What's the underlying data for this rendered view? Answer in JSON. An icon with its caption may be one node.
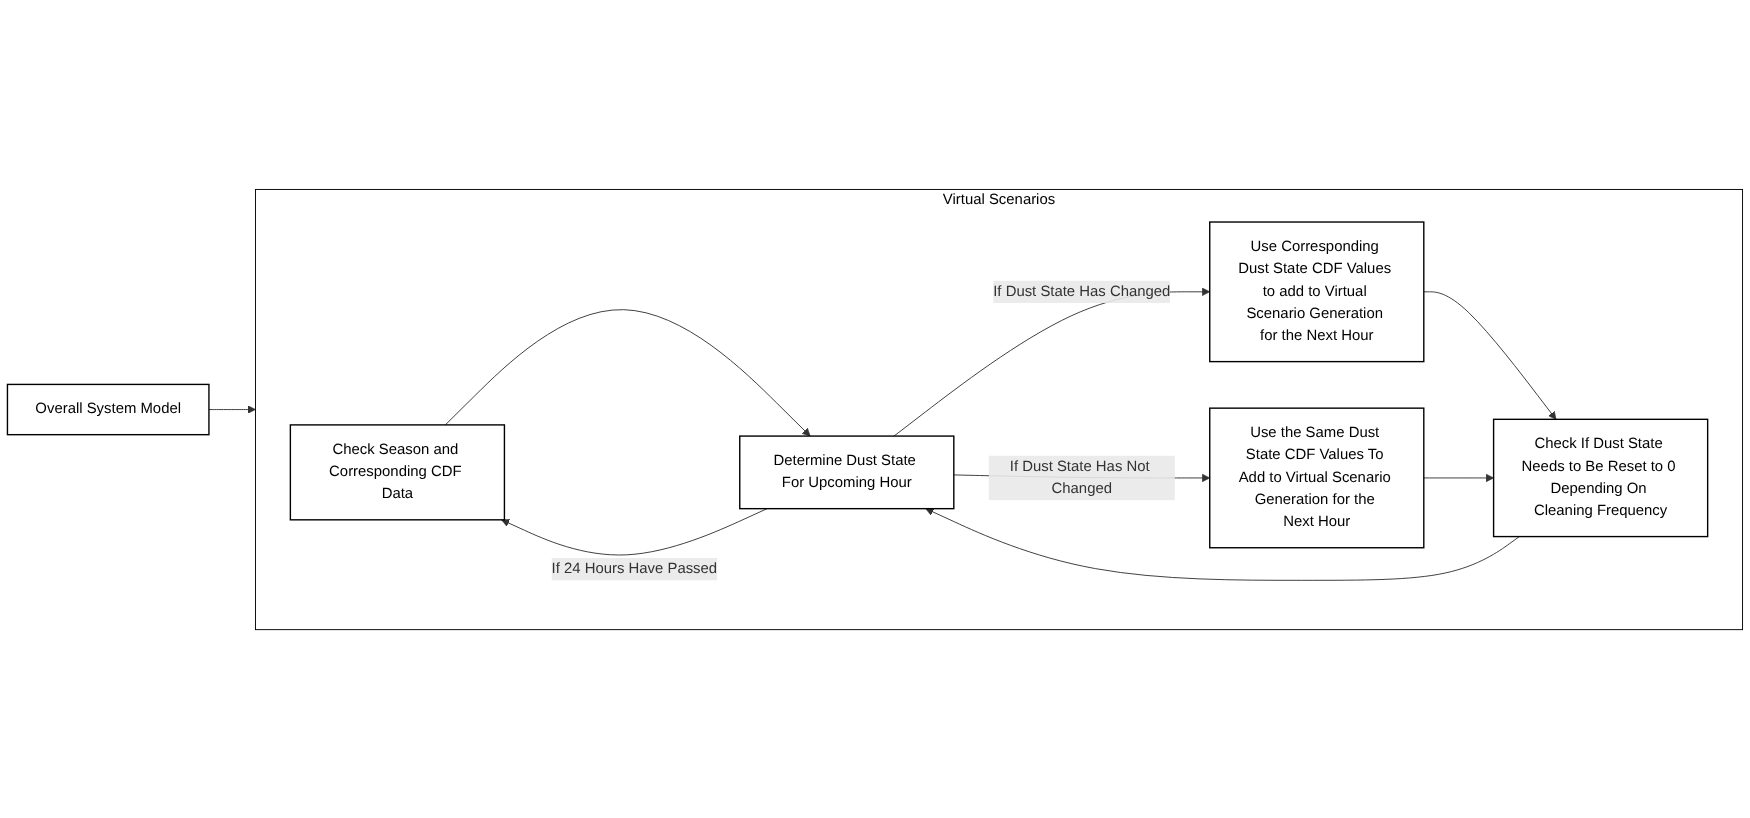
{
  "diagram": {
    "nodes": [
      {
        "text": [
          "Overall System Model"
        ]
      },
      {
        "text": [
          "Virtual Scenarios"
        ]
      },
      {
        "text": [
          "Check Season and Corresponding CDF Data"
        ],
        "in": 1
      },
      {
        "text": [
          "Determine Dust State For Upcoming Hour"
        ],
        "in": 1
      },
      {
        "text": [
          "Use Corresponding Dust State CDF Values to add to Virtual Scenario Generation for the Next Hour"
        ],
        "in": 1
      },
      {
        "text": [
          "Use the Same Dust State CDF Values To Add to Virtual Scenario Generation for the Next Hour"
        ],
        "in": 1
      },
      {
        "text": [
          "Check If Dust State Needs to Be Reset to 0 Depending On Cleaning Frequency"
        ],
        "in": 1
      }
    ],
    "edges": [
      {
        "from": 0,
        "to": 1,
        "arrow": "to"
      },
      {
        "from": 2,
        "to": 3,
        "arrow": "to"
      },
      {
        "from": 3,
        "to": 2,
        "arrow": "to",
        "label": "If 24 Hours Have Passed"
      },
      {
        "from": 3,
        "to": 4,
        "arrow": "to",
        "label": "If Dust State Has Changed"
      },
      {
        "from": 3,
        "to": 5,
        "arrow": "to",
        "label": "If Dust State Has Not Changed"
      },
      {
        "from": 4,
        "to": 6,
        "arrow": "to"
      },
      {
        "from": 5,
        "to": 6,
        "arrow": "to"
      },
      {
        "from": 6,
        "to": 3,
        "arrow": "to"
      }
    ]
  }
}
